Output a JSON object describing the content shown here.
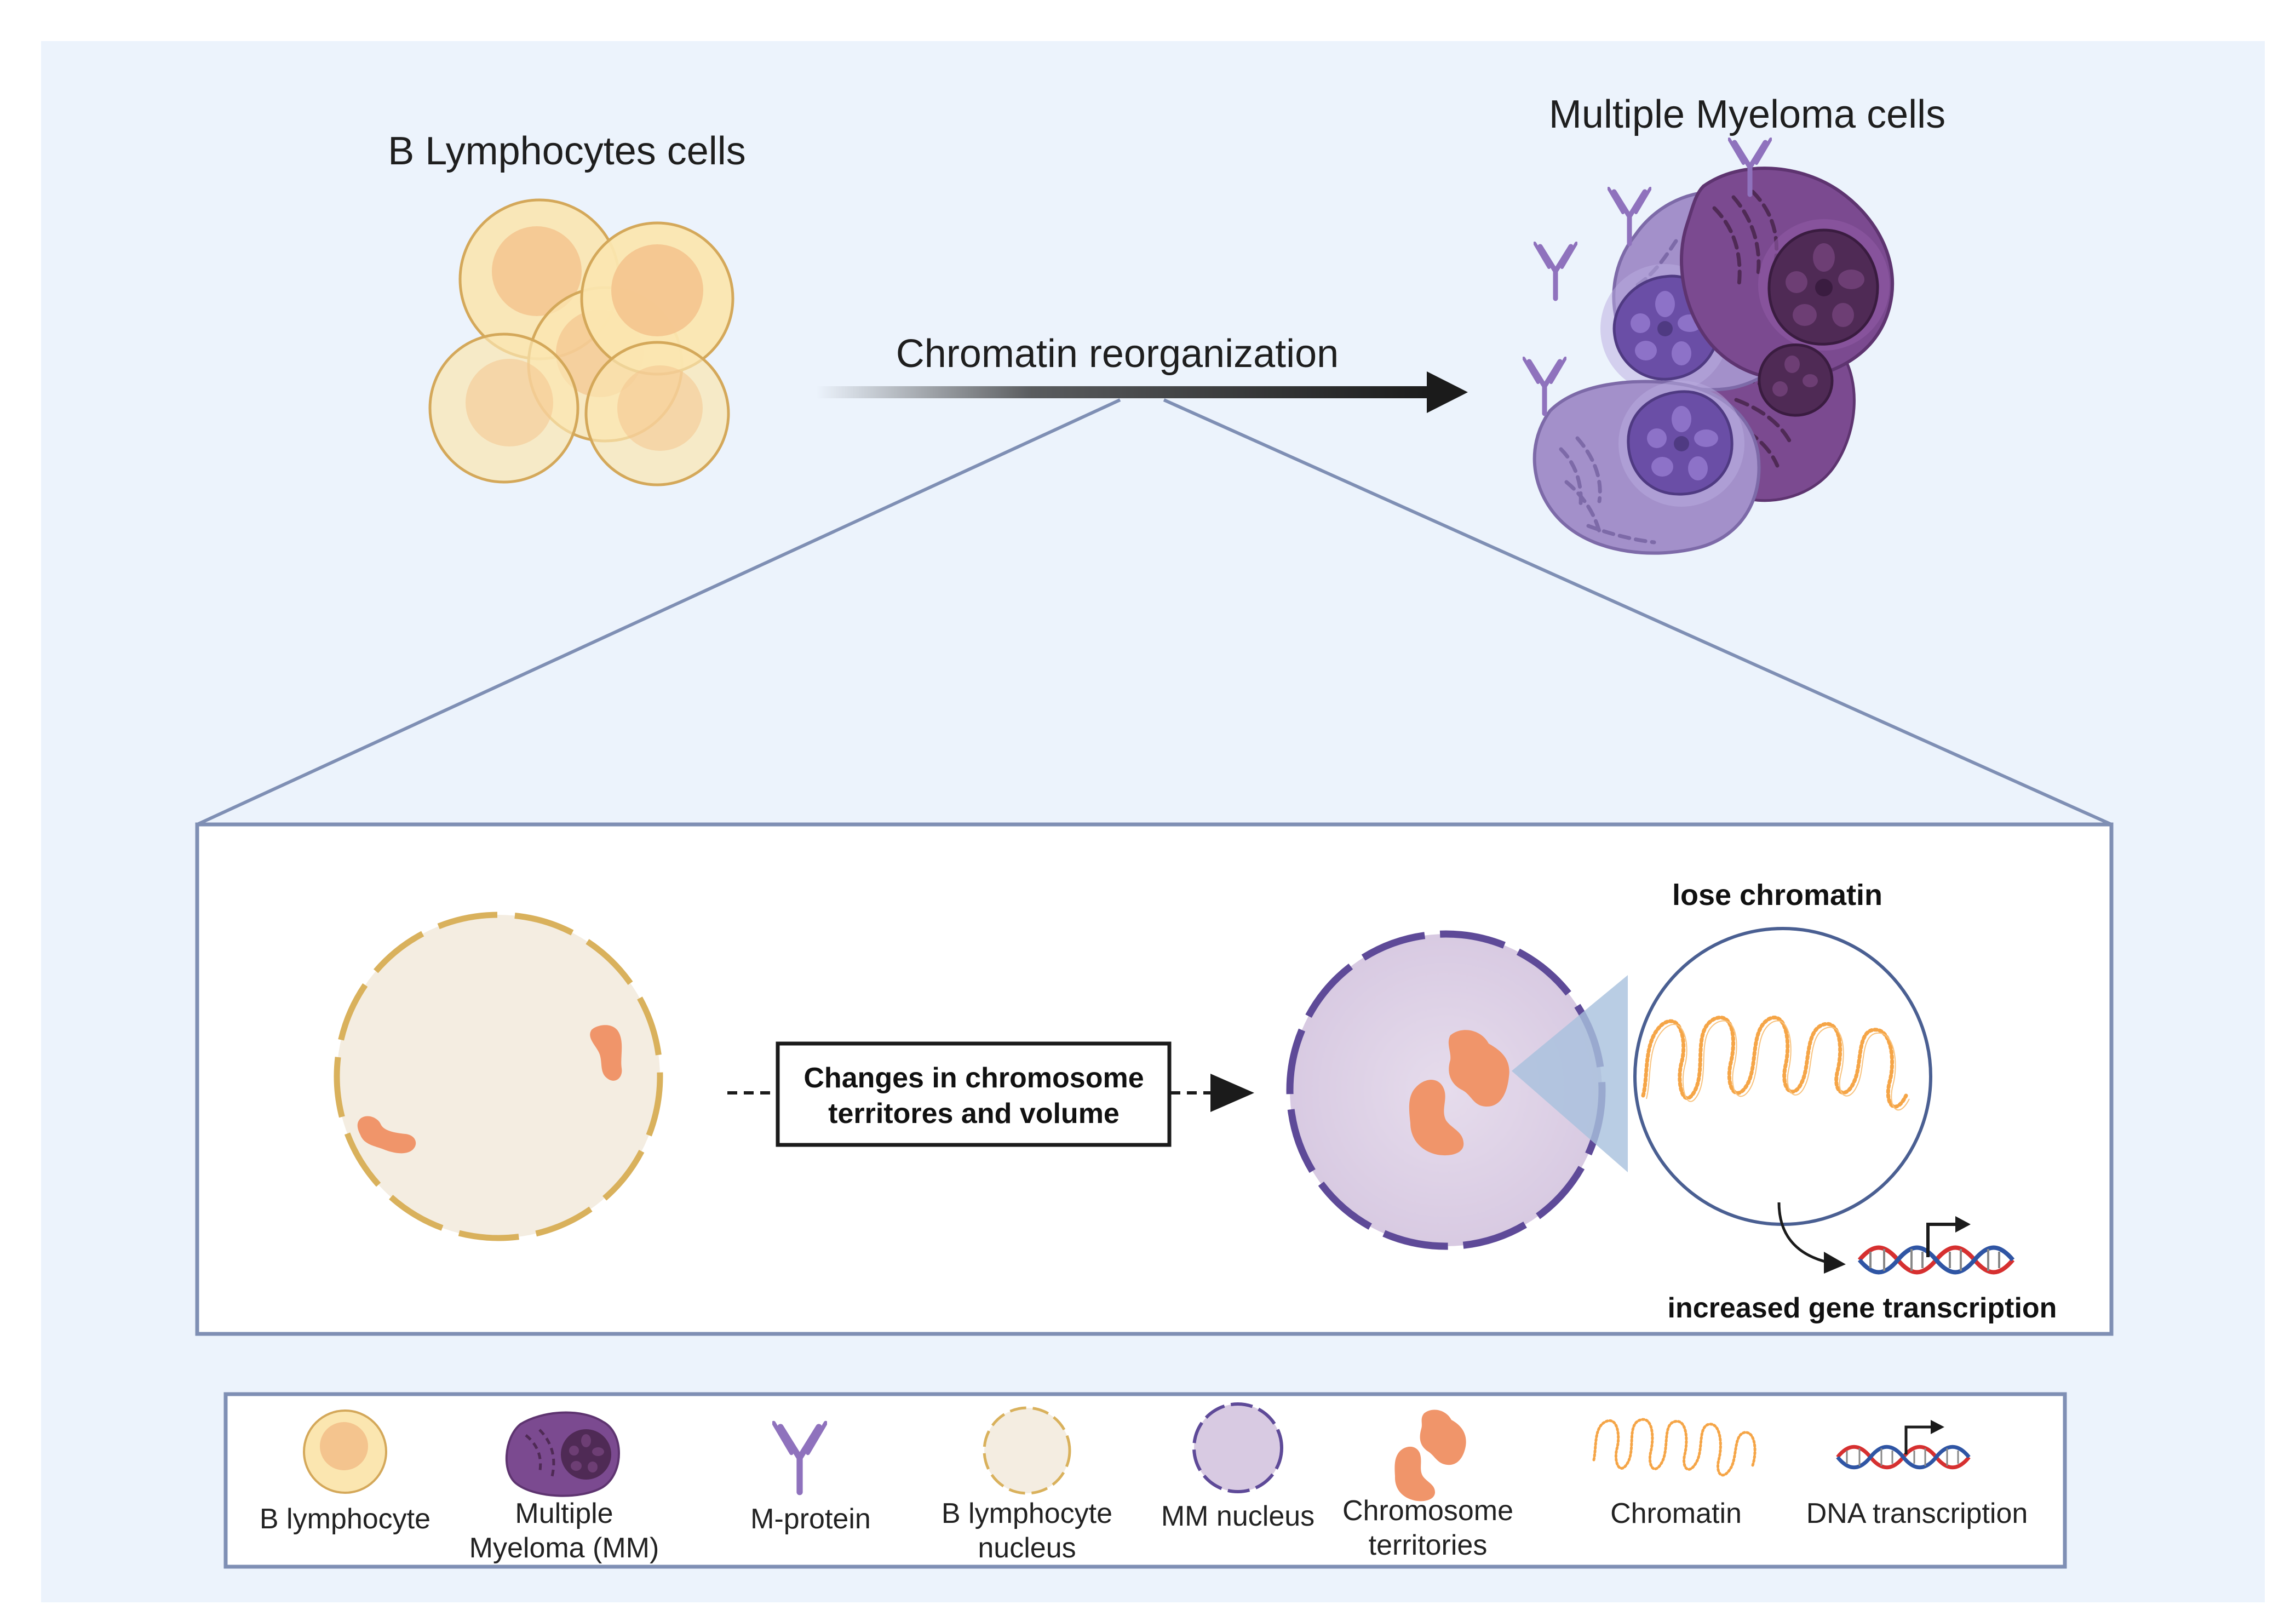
{
  "top": {
    "left_title": "B Lymphocytes cells",
    "right_title": "Multiple Myeloma cells",
    "arrow_label": "Chromatin reorganization"
  },
  "detail": {
    "box_line1": "Changes in chromosome",
    "box_line2": "territores and volume",
    "loose_label": "lose chromatin",
    "transcription_label": "increased gene transcription"
  },
  "legend": {
    "b_lymphocyte": "B lymphocyte",
    "mm_line1": "Multiple",
    "mm_line2": "Myeloma (MM)",
    "m_protein": "M-protein",
    "bnuc_line1": "B lymphocyte",
    "bnuc_line2": "nucleus",
    "mm_nucleus": "MM nucleus",
    "ct_line1": "Chromosome",
    "ct_line2": "territories",
    "chromatin": "Chromatin",
    "dna": "DNA transcription"
  },
  "colors": {
    "background": "#ecf3fc",
    "frame": "#7f8fb4",
    "b_cell_fill": "#fbe6b0",
    "b_cell_nucleus": "#f4c48e",
    "b_cell_stroke": "#d4a85a",
    "mm_light": "#a390ca",
    "mm_dark": "#7b4a90",
    "mm_nucleus_dark": "#4f2a55",
    "chromosome": "#f0956a",
    "chromatin_orange": "#f5a547",
    "dna_red": "#d63030",
    "dna_blue": "#2f55a4",
    "b_nuc_fill": "#f4ede1",
    "b_nuc_stroke": "#d9b15c",
    "mm_nuc_fill": "#e0d4e6",
    "mm_nuc_stroke": "#5e4a98"
  }
}
